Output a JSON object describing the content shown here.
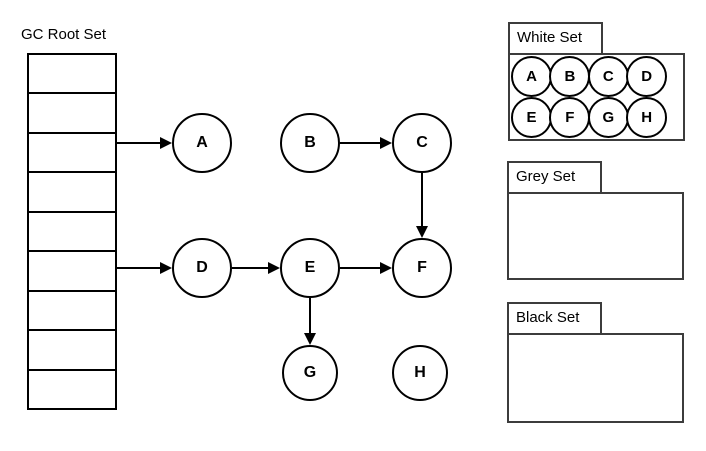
{
  "gc_root_set": {
    "label": "GC Root Set",
    "row_count": 9
  },
  "graph": {
    "nodes": [
      {
        "label": "A"
      },
      {
        "label": "B"
      },
      {
        "label": "C"
      },
      {
        "label": "D"
      },
      {
        "label": "E"
      },
      {
        "label": "F"
      },
      {
        "label": "G"
      },
      {
        "label": "H"
      }
    ],
    "edges": [
      {
        "from": "GC Root Set",
        "to": "A"
      },
      {
        "from": "GC Root Set",
        "to": "D"
      },
      {
        "from": "B",
        "to": "C"
      },
      {
        "from": "C",
        "to": "F"
      },
      {
        "from": "D",
        "to": "E"
      },
      {
        "from": "E",
        "to": "F"
      },
      {
        "from": "E",
        "to": "G"
      }
    ]
  },
  "sets": {
    "white": {
      "label": "White Set",
      "members": [
        "A",
        "B",
        "C",
        "D",
        "E",
        "F",
        "G",
        "H"
      ]
    },
    "grey": {
      "label": "Grey Set",
      "members": []
    },
    "black": {
      "label": "Black Set",
      "members": []
    }
  },
  "colors": {
    "background": "#ffffff",
    "diagram_stroke": "#000000",
    "set_box_stroke": "#3c3c3c"
  }
}
